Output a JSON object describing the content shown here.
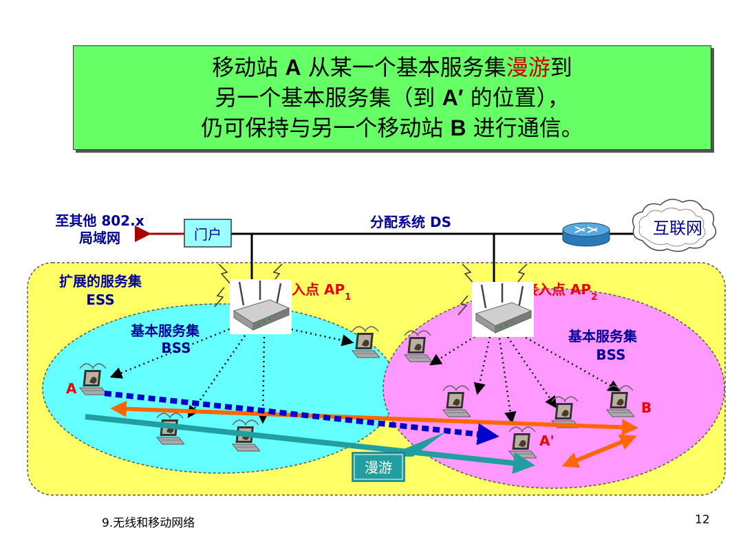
{
  "title": {
    "line1_a": "移动站 ",
    "line1_b": "A",
    "line1_c": " 从某一个基本服务集",
    "line1_hl": "漫游",
    "line1_d": "到",
    "line2_a": "另一个基本服务集（到 ",
    "line2_b": "A′",
    "line2_c": " 的位置），",
    "line3_a": "仍可保持与另一个移动站 ",
    "line3_b": "B",
    "line3_c": " 进行通信。"
  },
  "labels": {
    "other_lan_1": "至其他 802.x",
    "other_lan_2": "局域网",
    "portal": "门户",
    "ds": "分配系统 DS",
    "internet": "互联网",
    "ess_1": "扩展的服务集",
    "ess_2": "ESS",
    "ap1_text": "接入点 AP",
    "ap1_sub": "1",
    "ap2_text": "接入点 AP",
    "ap2_sub": "2",
    "bss1_1": "基本服务集",
    "bss1_2": "BSS",
    "bss2_1": "基本服务集",
    "bss2_2": "BSS",
    "station_a": "A",
    "station_a_prime": "A'",
    "station_b": "B",
    "roaming": "漫游"
  },
  "footer": {
    "chapter": "9.无线和移动网络",
    "page": "12"
  },
  "colors": {
    "title_bg": "#66ff66",
    "highlight_red": "#cc0000",
    "ess_bg": "#ffff66",
    "bss1_bg": "#66ffff",
    "bss2_bg": "#ff99ff",
    "label_blue": "#000099",
    "roam_arrow": "#0000cc",
    "comm_arrow": "#ff6600",
    "teal_arrow": "#219ea0"
  }
}
